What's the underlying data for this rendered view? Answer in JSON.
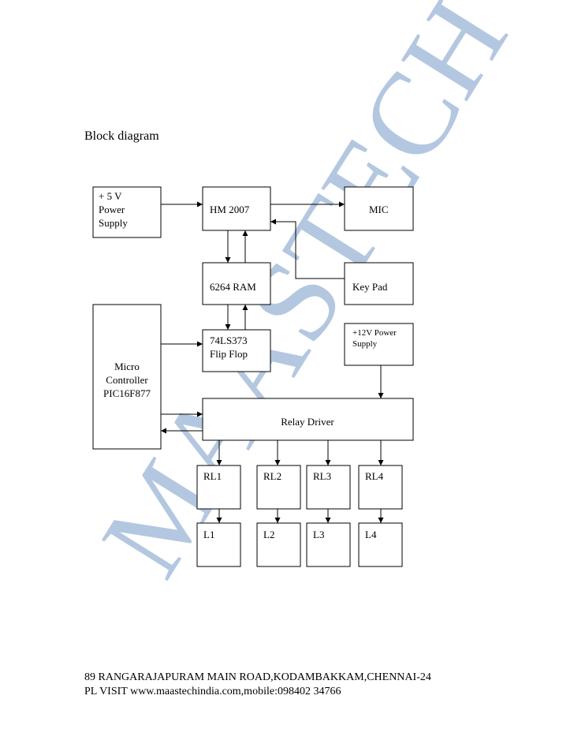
{
  "document": {
    "title": "Block diagram",
    "footer_line_1": "89 RANGARAJAPURAM MAIN ROAD,KODAMBAKKAM,CHENNAI-24",
    "footer_line_2": "PL VISIT www.maastechindia.com,mobile:098402 34766",
    "watermark": "MAASTECH"
  },
  "colors": {
    "watermark": "#a8bedc",
    "stroke": "#000000"
  },
  "diagram": {
    "power5v": {
      "line1": "+ 5 V",
      "line2": "Power",
      "line3": "Supply"
    },
    "hm2007": "HM 2007",
    "mic": "MIC",
    "ram": "6264 RAM",
    "keypad": "Key Pad",
    "flipflop": {
      "line1": "74LS373",
      "line2": "Flip Flop"
    },
    "power12v": {
      "line1": "+12V Power",
      "line2": "Supply"
    },
    "micro": {
      "line1": "Micro",
      "line2": "Controller",
      "line3": "PIC16F877"
    },
    "relay_driver": "Relay Driver",
    "relays": [
      "RL1",
      "RL2",
      "RL3",
      "RL4"
    ],
    "loads": [
      "L1",
      "L2",
      "L3",
      "L4"
    ]
  }
}
